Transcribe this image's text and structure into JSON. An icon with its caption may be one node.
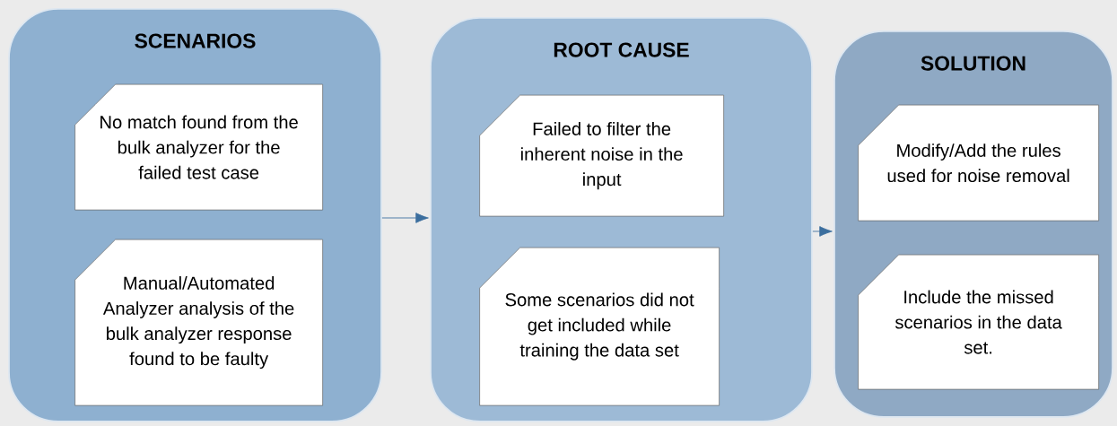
{
  "diagram": {
    "nodes": [
      {
        "text": [
          "SCENARIOS"
        ]
      },
      {
        "text": [
          "No match found from the bulk analyzer for the failed test case"
        ],
        "in": 0
      },
      {
        "text": [
          "Manual/Automated Analyzer analysis of the bulk analyzer response found to be faulty"
        ],
        "in": 0
      },
      {
        "text": [
          "ROOT CAUSE"
        ]
      },
      {
        "text": [
          "Failed to filter the inherent noise in the input"
        ],
        "in": 3
      },
      {
        "text": [
          "Some scenarios did not get included while training the data set"
        ],
        "in": 3
      },
      {
        "text": [
          "SOLUTION"
        ]
      },
      {
        "text": [
          "Modify/Add the rules used for noise removal"
        ],
        "in": 6
      },
      {
        "text": [
          "Include the missed scenarios in the data set."
        ],
        "in": 6
      }
    ],
    "edges": [
      {
        "from": 0,
        "to": 3,
        "arrow": "to"
      },
      {
        "from": 3,
        "to": 6,
        "arrow": "to"
      }
    ]
  }
}
